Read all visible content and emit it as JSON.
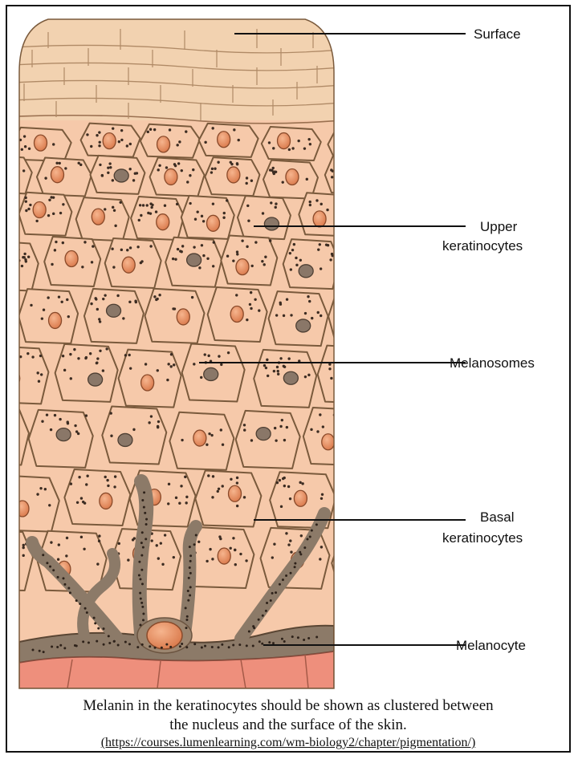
{
  "labels": {
    "surface": "Surface",
    "upper_line1": "Upper",
    "upper_line2": "keratinocytes",
    "melanosomes": "Melanosomes",
    "basal_line1": "Basal",
    "basal_line2": "keratinocytes",
    "melanocyte": "Melanocyte"
  },
  "caption": {
    "line1": "Melanin in the keratinocytes should be shown as clustered between",
    "line2": "the nucleus and the surface of the skin.",
    "source": "(https://courses.lumenlearning.com/wm-biology2/chapter/pigmentation/)"
  },
  "colors": {
    "cell_fill": "#f6c9aa",
    "cell_border": "#7a5a3c",
    "surface_fill": "#f2d2b0",
    "nucleus": "#e9905e",
    "melanin": "#8a7768",
    "melanocyte": "#8c7a68",
    "dermis": "#ee8f7c"
  }
}
